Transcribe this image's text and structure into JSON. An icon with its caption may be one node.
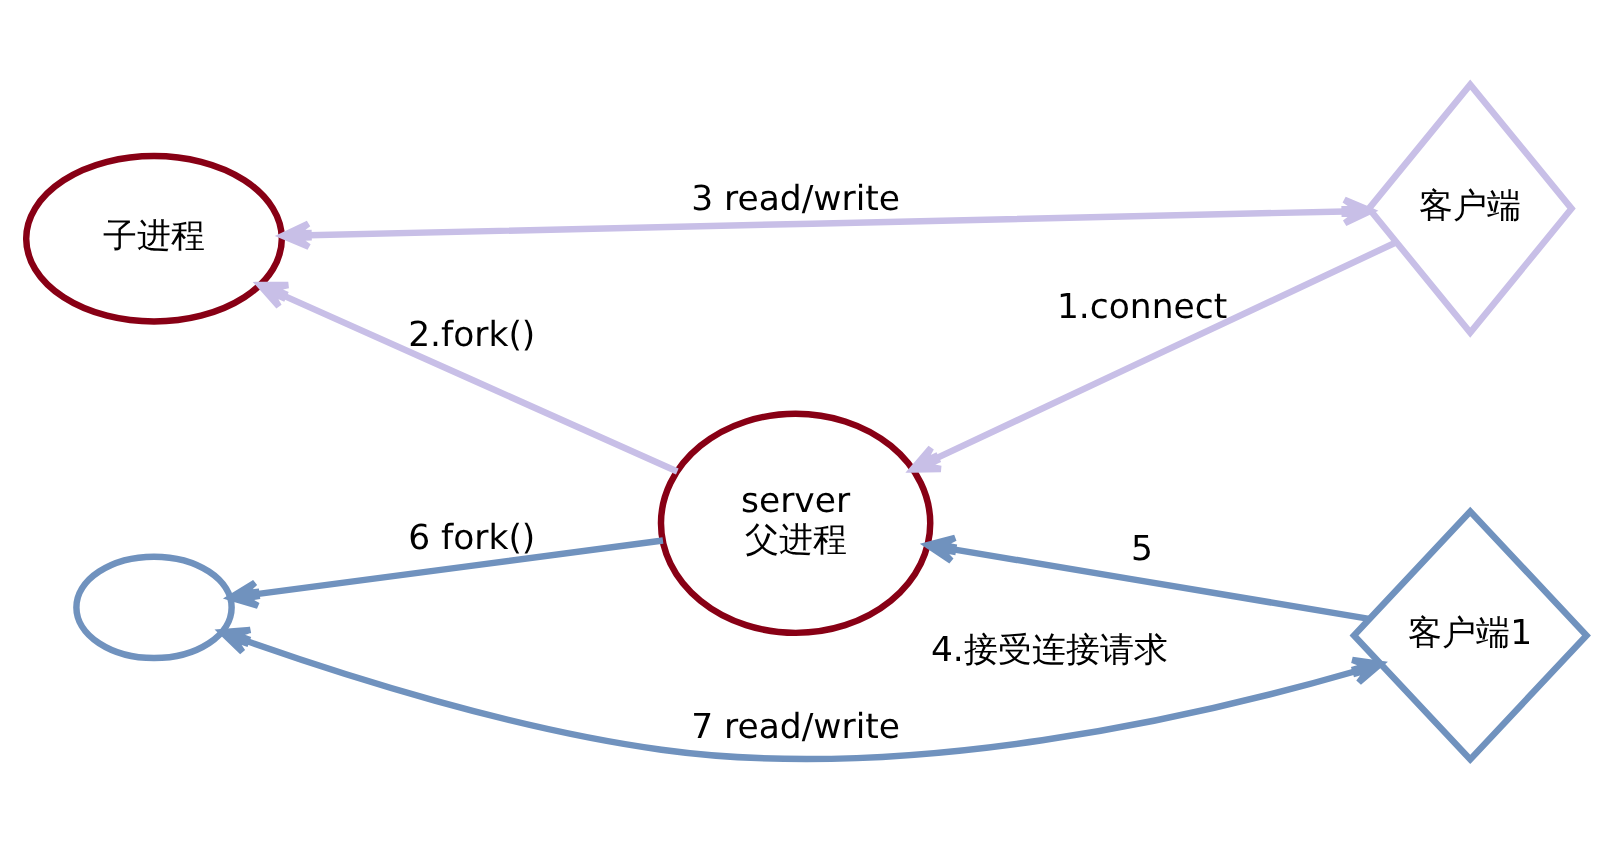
{
  "diagram": {
    "nodes": [
      {
        "text": [
          "客户端"
        ]
      },
      {
        "text": [
          "子进程"
        ]
      },
      {
        "text": [
          "server",
          "父进程"
        ],
        "beside": [
          "4.接受连接请求"
        ]
      },
      {
        "text": [
          "客户端1"
        ]
      },
      {
        "text": [],
        "shape": "ellipse"
      }
    ],
    "edges": [
      {
        "from": 0,
        "to": 2,
        "arrow": "to",
        "label": "1.connect",
        "color": "#c8bfe7"
      },
      {
        "from": 2,
        "to": 1,
        "arrow": "to",
        "label": "2.fork()",
        "color": "#c8bfe7"
      },
      {
        "from": 0,
        "to": 1,
        "arrow": "both",
        "label": "3 read/write",
        "color": "#c8bfe7"
      },
      {
        "from": 3,
        "to": 2,
        "arrow": "to",
        "label": "5",
        "color": "#7092be"
      },
      {
        "from": 2,
        "to": 4,
        "arrow": "to",
        "label": "6 fork()",
        "color": "#7092be"
      },
      {
        "from": 4,
        "to": 3,
        "arrow": "both",
        "label": "7 read/write",
        "color": "#7092be"
      }
    ]
  }
}
